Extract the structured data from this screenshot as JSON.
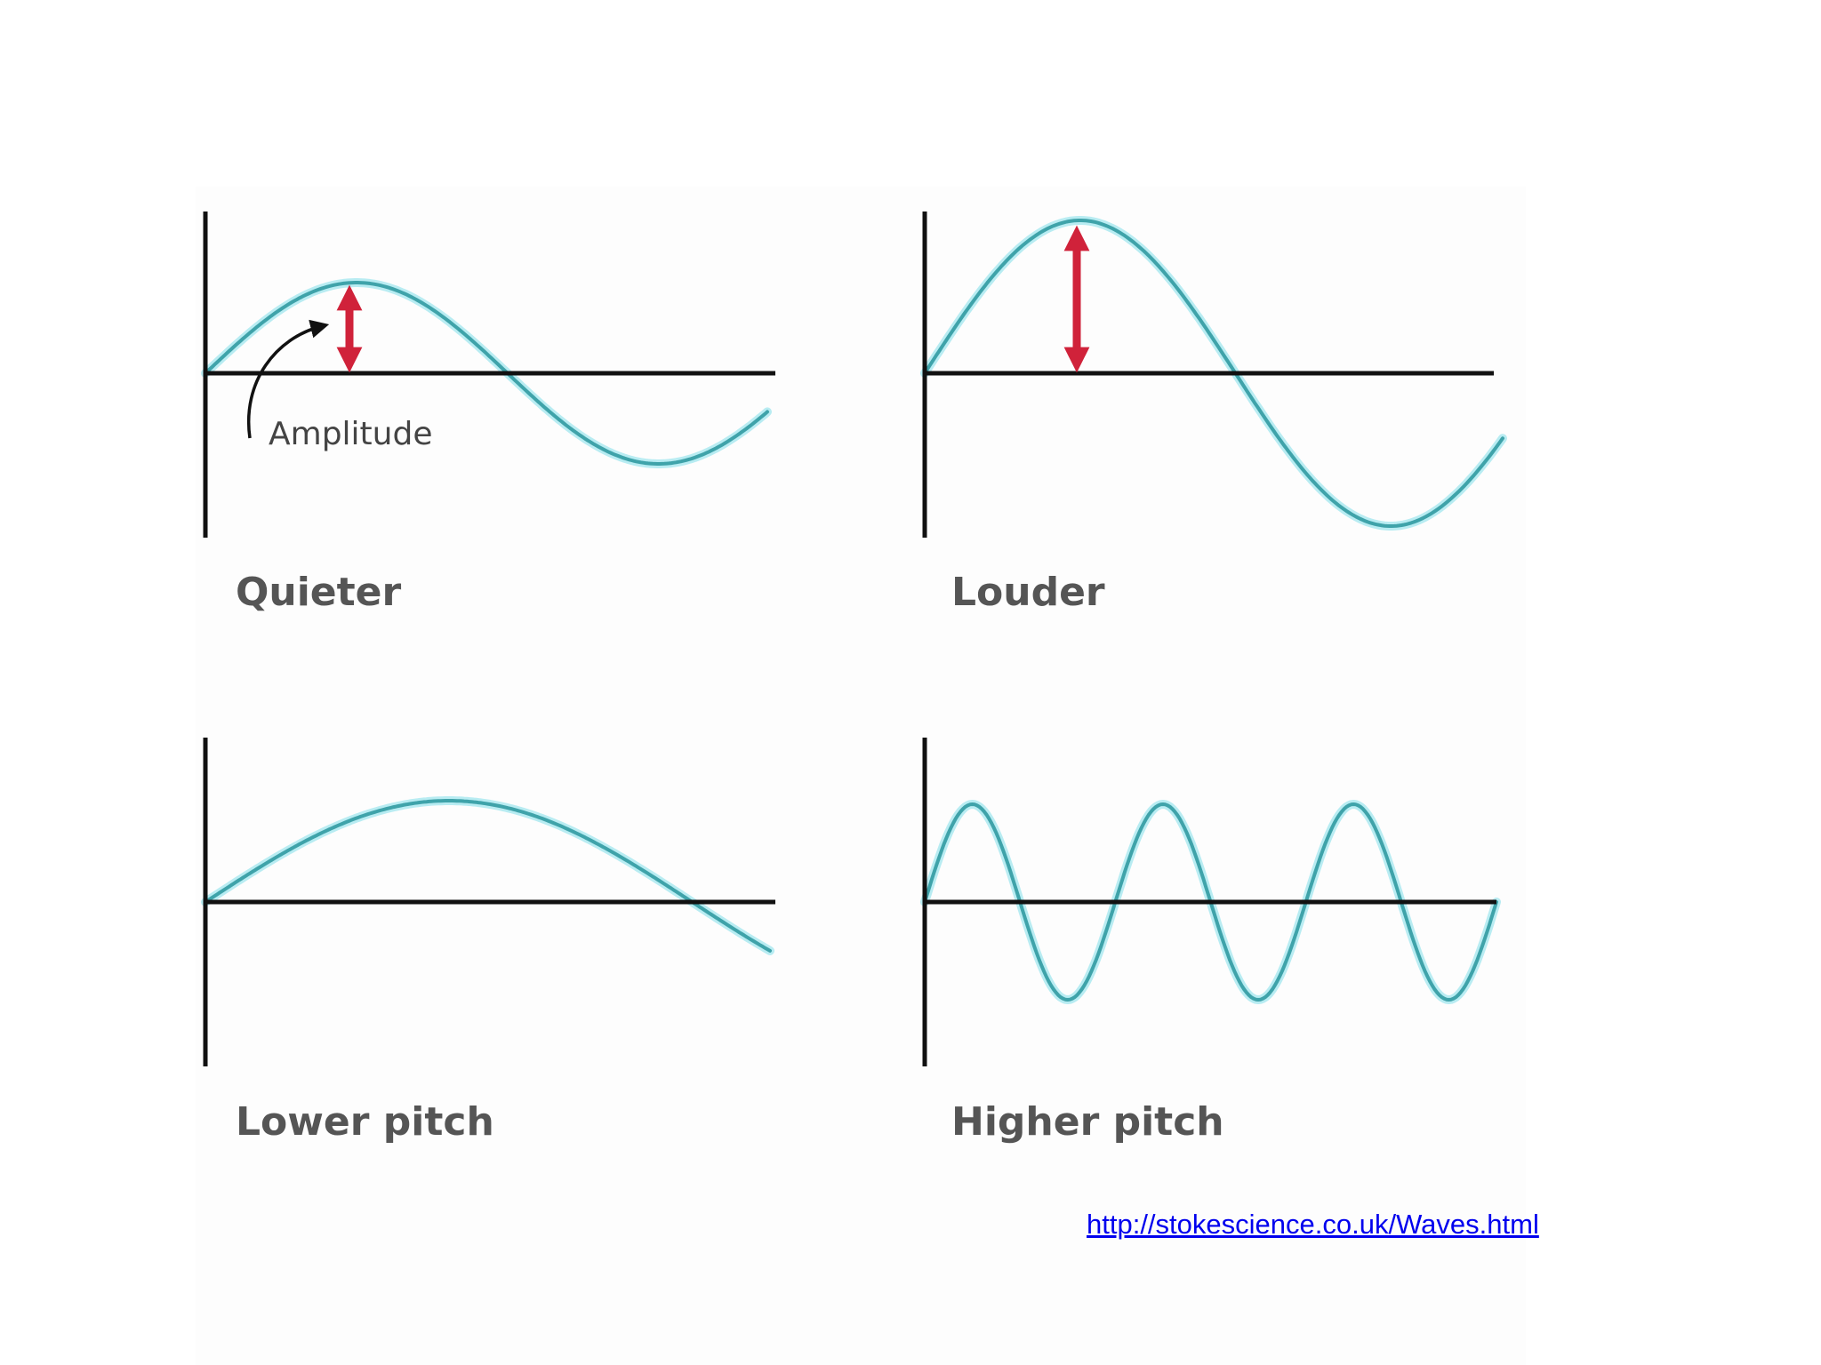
{
  "colors": {
    "wave": "#3fa3aa",
    "wave_glow": "#b8ecf2",
    "axis": "#111111",
    "amplitude_arrow": "#d0223a",
    "label": "#555555",
    "link": "#0000ee"
  },
  "panels": [
    {
      "label": "Quieter",
      "amplitude": 0.5,
      "cycles_shown": 0.93,
      "annotation": "Amplitude"
    },
    {
      "label": "Louder",
      "amplitude": 1.0,
      "cycles_shown": 0.93
    },
    {
      "label": "Lower pitch",
      "amplitude": 0.5,
      "cycles_shown": 0.58
    },
    {
      "label": "Higher pitch",
      "amplitude": 0.5,
      "cycles_shown": 3.0
    }
  ],
  "source": {
    "url_text": "http://stokescience.co.uk/Waves.html"
  }
}
